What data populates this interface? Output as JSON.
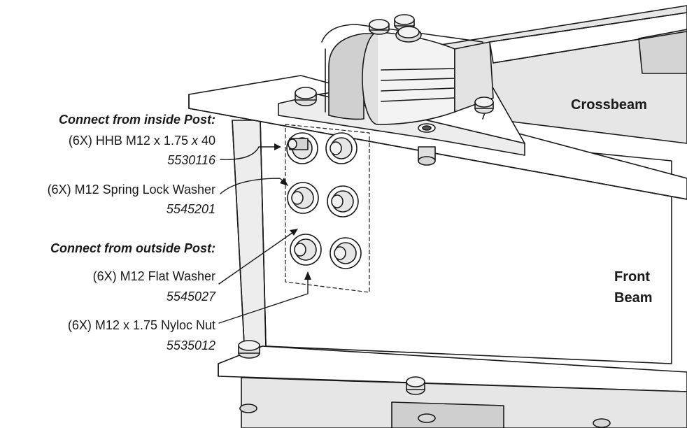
{
  "labels": {
    "inside_heading": "Connect from inside Post:",
    "bolt_desc": "(6X) HHB M12 x 1.75 x 40",
    "bolt_desc_prefix": "(6X) HHB M12 x 1.75 ",
    "bolt_desc_italic": "x",
    "bolt_desc_suffix": " 40",
    "bolt_part": "5530116",
    "lock_washer_desc": "(6X) M12 Spring Lock Washer",
    "lock_washer_part": "5545201",
    "outside_heading": "Connect from outside Post:",
    "flat_washer_desc": "(6X) M12 Flat Washer",
    "flat_washer_part": "5545027",
    "nut_desc": "(6X) M12 x 1.75 Nyloc Nut",
    "nut_part": "5535012",
    "crossbeam": "Crossbeam",
    "front_beam_line1": "Front",
    "front_beam_line2": "Beam"
  },
  "colors": {
    "line": "#1a1a1a",
    "fill_light": "#e6e6e6",
    "fill_mid": "#c8c8c8",
    "fill_white": "#ffffff"
  }
}
